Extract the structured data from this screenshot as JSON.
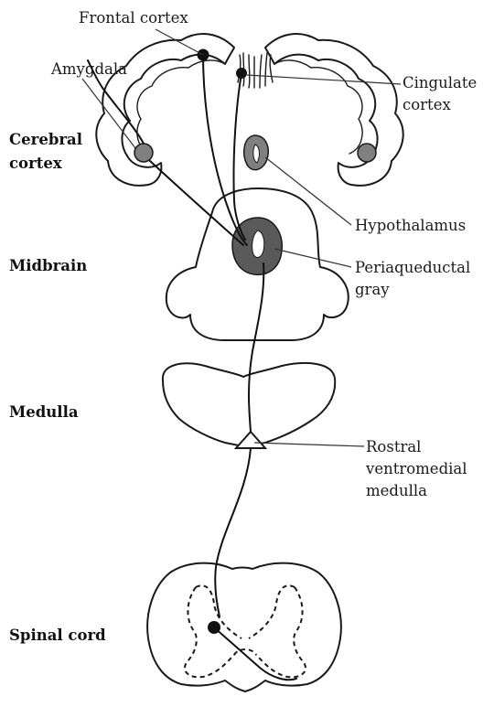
{
  "labels": {
    "frontal_cortex": "Frontal cortex",
    "amygdala": "Amygdala",
    "cingulate_cortex_line1": "Cingulate",
    "cingulate_cortex_line2": "cortex",
    "hypothalamus": "Hypothalamus",
    "periaqueductal_gray_line1": "Periaqueductal",
    "periaqueductal_gray_line2": "gray",
    "rostral_line1": "Rostral",
    "rostral_line2": "ventromedial",
    "rostral_line3": "medulla"
  },
  "levels": {
    "cerebral_line1": "Cerebral",
    "cerebral_line2": "cortex",
    "midbrain": "Midbrain",
    "medulla": "Medulla",
    "spinal_cord": "Spinal cord"
  },
  "colors": {
    "outline": "#1a1a1a",
    "nucleus_fill": "#808080",
    "pag_fill": "#5a5a5a",
    "node_fill": "#111111"
  }
}
